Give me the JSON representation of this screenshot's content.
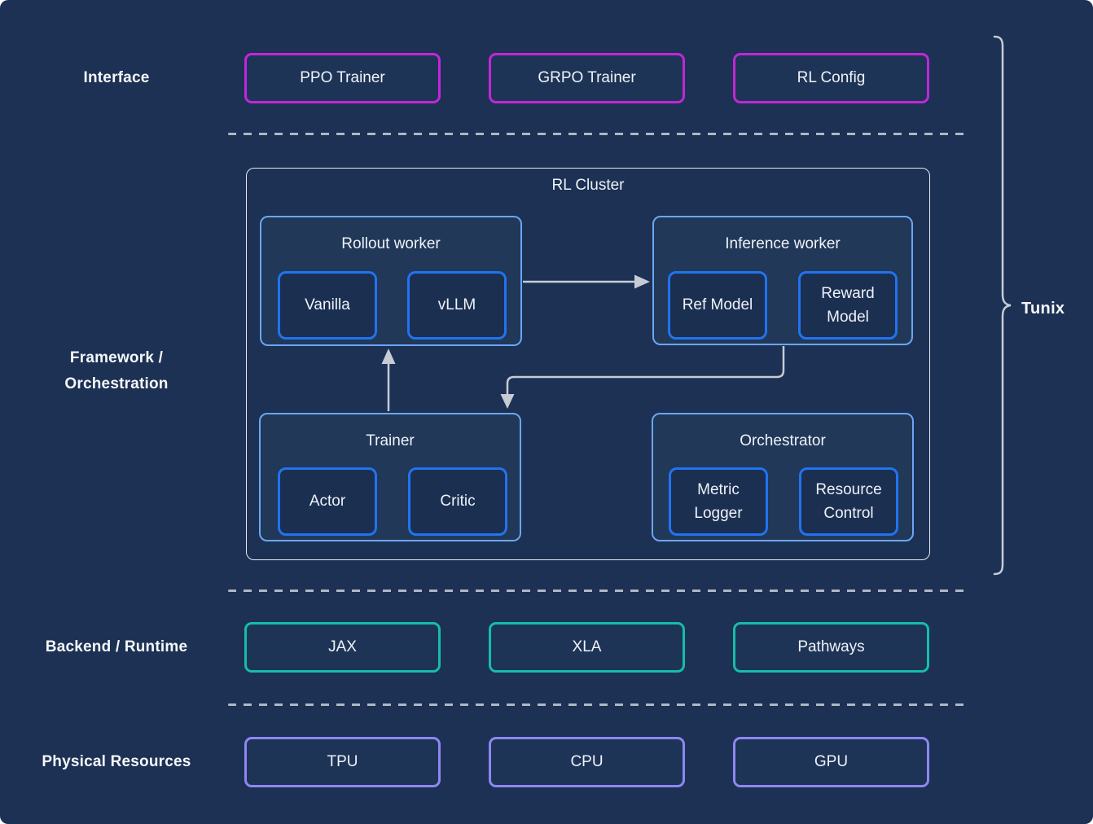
{
  "brand": {
    "label": "Tunix"
  },
  "rows": {
    "interface": {
      "label": "Interface",
      "boxes": [
        "PPO Trainer",
        "GRPO Trainer",
        "RL Config"
      ]
    },
    "framework": {
      "label": [
        "Framework /",
        "Orchestration"
      ],
      "cluster": {
        "title": "RL Cluster",
        "groups": [
          {
            "title": "Rollout worker",
            "children": [
              "Vanilla",
              "vLLM"
            ]
          },
          {
            "title": "Inference worker",
            "children": [
              "Ref Model",
              "Reward Model"
            ]
          },
          {
            "title": "Trainer",
            "children": [
              "Actor",
              "Critic"
            ]
          },
          {
            "title": "Orchestrator",
            "children": [
              "Metric Logger",
              "Resource Control"
            ]
          }
        ]
      }
    },
    "backend": {
      "label": "Backend / Runtime",
      "boxes": [
        "JAX",
        "XLA",
        "Pathways"
      ]
    },
    "physical": {
      "label": "Physical Resources",
      "boxes": [
        "TPU",
        "CPU",
        "GPU"
      ]
    }
  },
  "colors": {
    "background": "#1c3153",
    "interface_border": "#c326da",
    "backend_border": "#16bda9",
    "physical_border": "#8d87f3",
    "cluster_border": "#e6eaf2",
    "group_border": "#6ba6f5",
    "module_border": "#2173f0",
    "connector": "#c6cbd6",
    "text": "#eef2f8"
  }
}
